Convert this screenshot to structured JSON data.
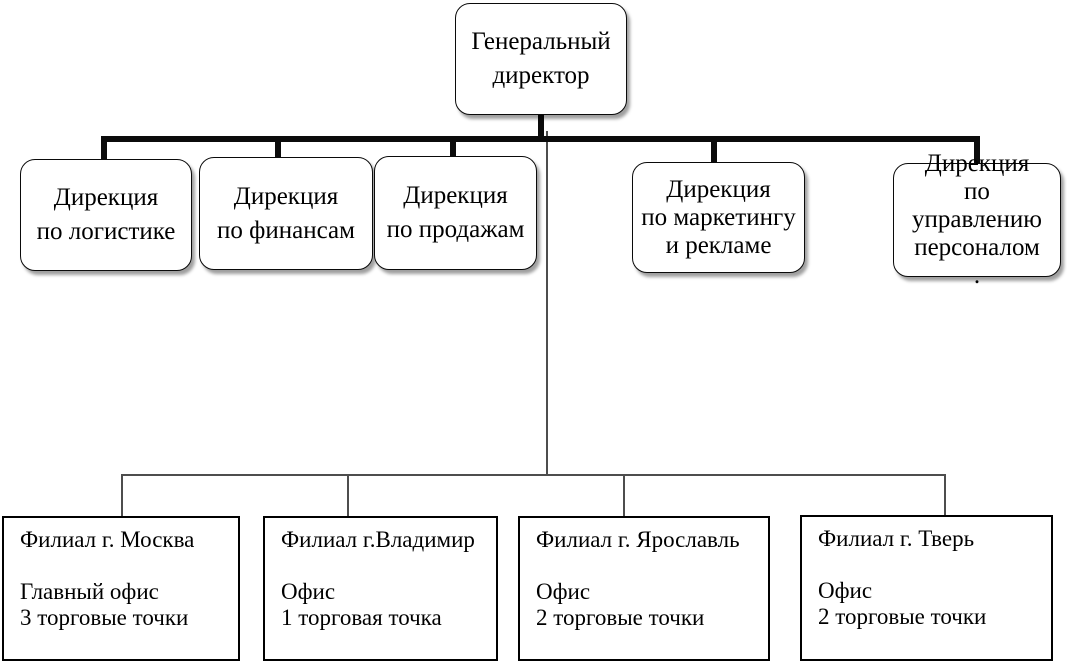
{
  "org_chart": {
    "root": {
      "text": "Генеральный\nдиректор"
    },
    "directorates": [
      {
        "text": "Дирекция\nпо логистике"
      },
      {
        "text": "Дирекция\nпо финансам"
      },
      {
        "text": "Дирекция\nпо продажам"
      },
      {
        "text": "Дирекция\nпо маркетингу\nи рекламе"
      },
      {
        "text": "Дирекция\nпо управлению\nперсоналом\n."
      }
    ],
    "branches": [
      {
        "name": "Филиал г. Москва",
        "office": "Главный офис",
        "outlets": "3 торговые точки"
      },
      {
        "name": "Филиал г.Владимир",
        "office": "Офис",
        "outlets": "1 торговая точка"
      },
      {
        "name": "Филиал г. Ярославль",
        "office": "Офис",
        "outlets": "2 торговые точки"
      },
      {
        "name": "Филиал г. Тверь",
        "office": "Офис",
        "outlets": "2 торговые точки"
      }
    ],
    "colors": {
      "background": "#ffffff",
      "box_fill": "#ffffff",
      "box_border": "#000000",
      "thick_connector": "#0b0b0b",
      "thin_connector": "#4d4d4d",
      "text": "#000000"
    }
  }
}
